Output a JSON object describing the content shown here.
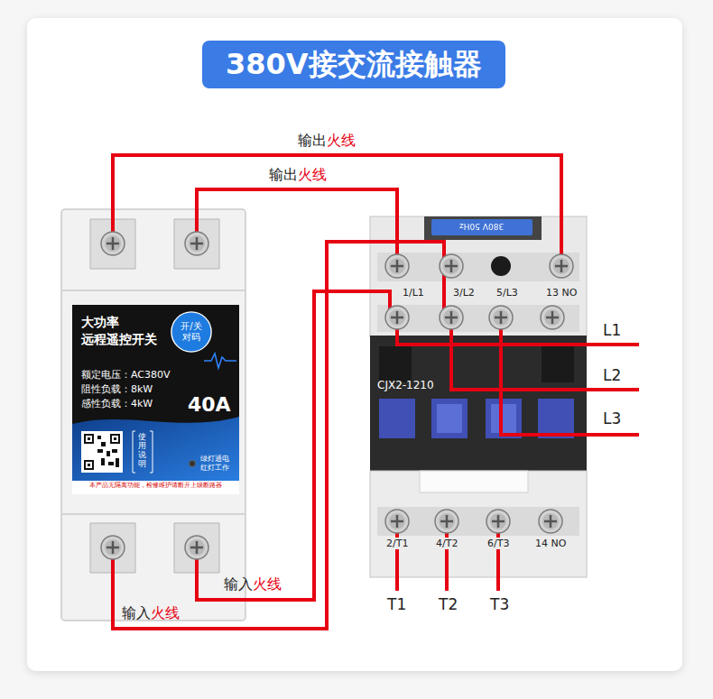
{
  "diagram": {
    "title": "380V接交流接触器",
    "nodes": [
      {
        "text": [
          "大功率 远程遥控开关",
          "额定电压：AC380V 阻性负载：8kW 感性负载：4kW",
          "40A",
          "使用说明",
          "绿灯通电 红灯工作",
          "本产品无隔离功能，检修维护请断开上级断路器"
        ]
      },
      {
        "text": [
          "开/关 对码"
        ],
        "in": 0
      },
      {
        "text": [
          "CJX2-1210"
        ]
      }
    ],
    "labels": [
      "输出",
      "火线",
      "输出",
      "火线",
      "输入",
      "火线",
      "输入",
      "火线",
      "380V 50Hz",
      "1/L1",
      "3/L2",
      "5/L3",
      "13 NO",
      "2/T1",
      "4/T2",
      "6/T3",
      "14 NO",
      "L1",
      "L2",
      "L3",
      "T1",
      "T2",
      "T3"
    ]
  }
}
